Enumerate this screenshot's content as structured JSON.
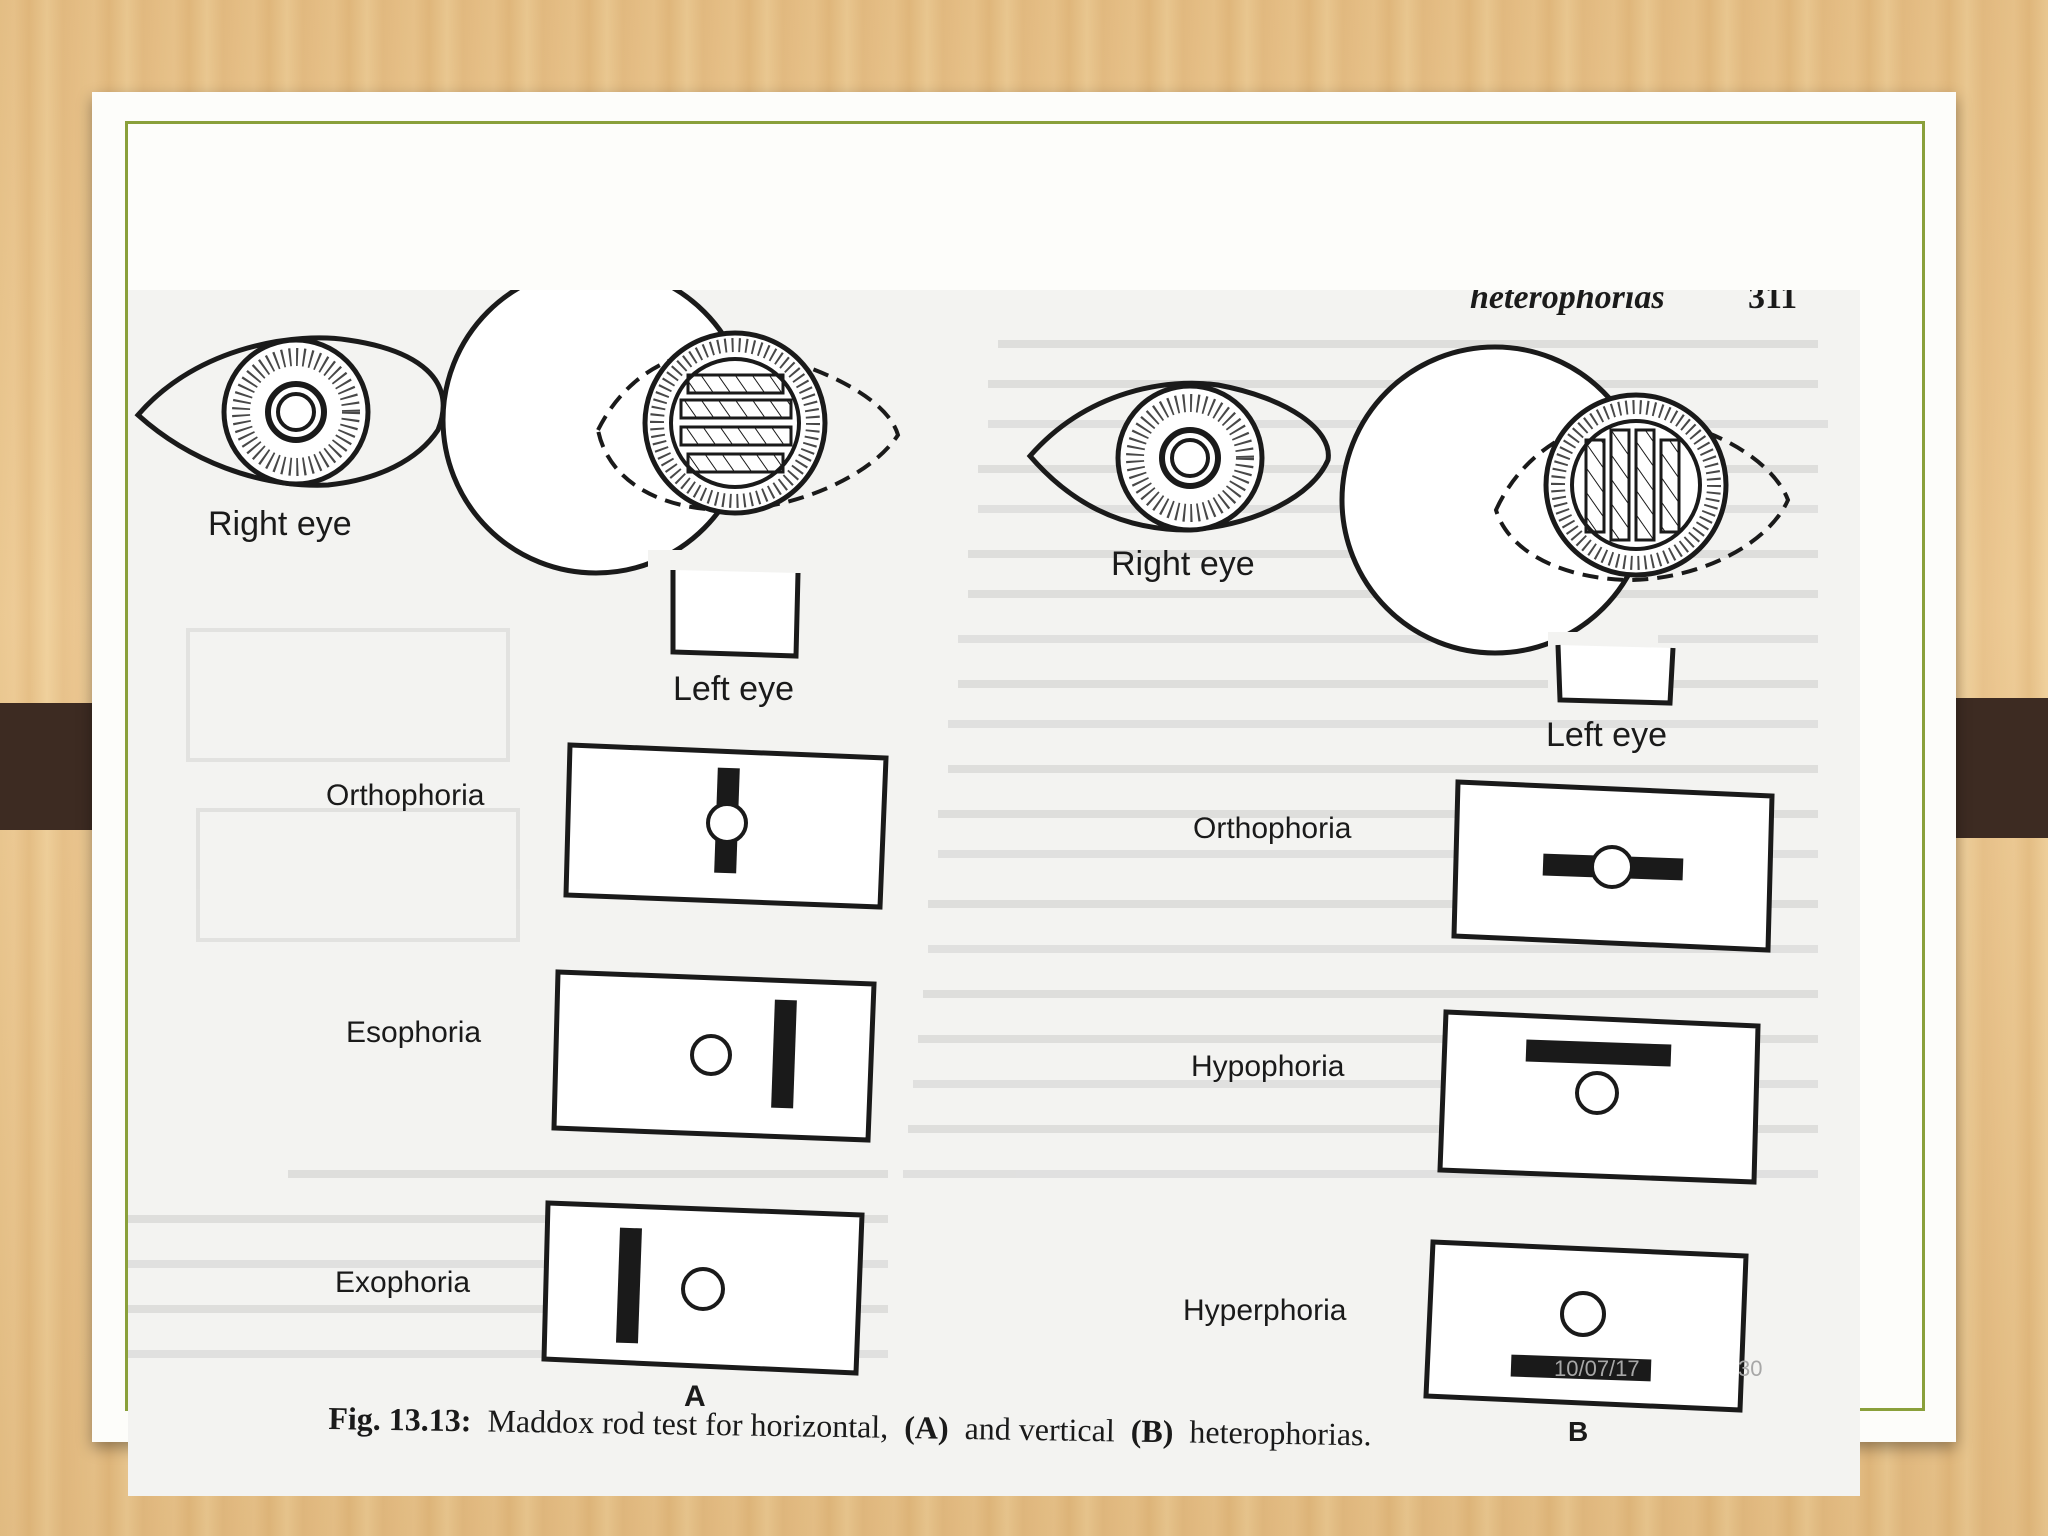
{
  "figure": {
    "header_fragment": "heterophorias",
    "page_number": "311",
    "panel_a": {
      "right_eye_label": "Right eye",
      "left_eye_label": "Left eye",
      "tests": [
        "Orthophoria",
        "Esophoria",
        "Exophoria"
      ],
      "panel_letter": "A"
    },
    "panel_b": {
      "right_eye_label": "Right eye",
      "left_eye_label": "Left eye",
      "tests": [
        "Orthophoria",
        "Hypophoria",
        "Hyperphoria"
      ],
      "panel_letter": "B"
    },
    "caption_number": "Fig. 13.13:",
    "caption_text": "Maddox rod test for horizontal,",
    "caption_a": "(A)",
    "caption_mid": "and vertical",
    "caption_b": "(B)",
    "caption_end": "heterophorias."
  },
  "footer": {
    "date": "10/07/17",
    "slide_number": "30"
  },
  "colors": {
    "frame": "#8aa03a",
    "tabs": "#3d2b22",
    "ink": "#1a1a1a"
  }
}
